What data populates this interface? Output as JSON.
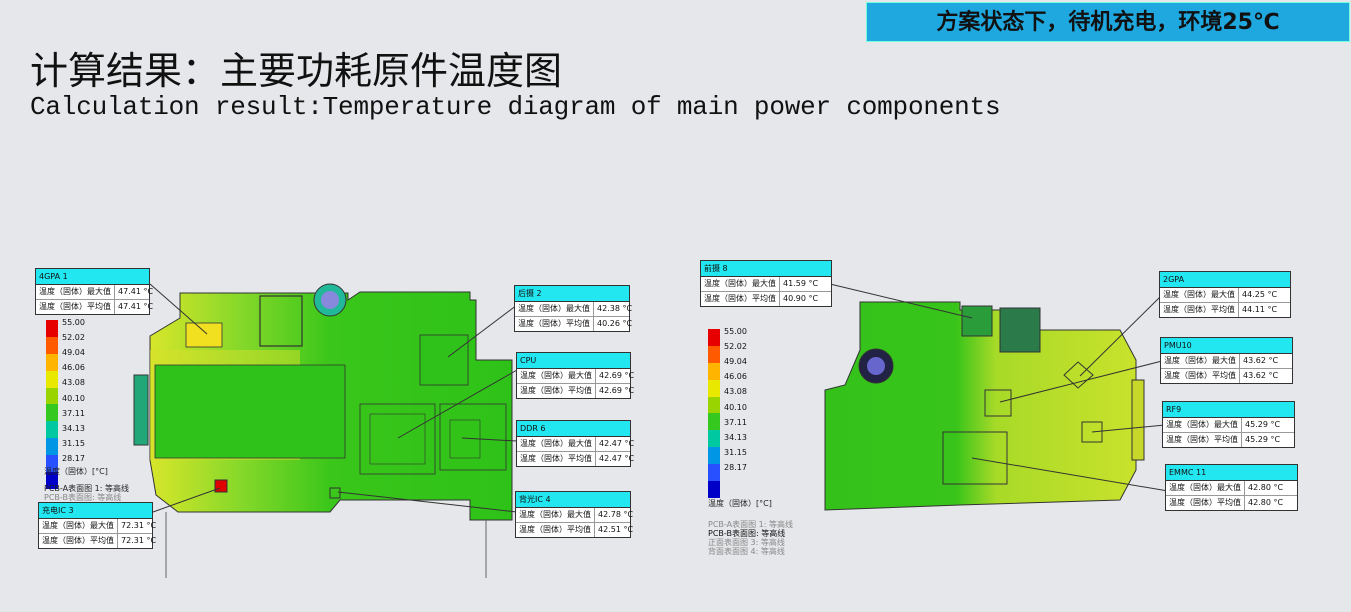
{
  "banner": "方案状态下，待机充电，环境25℃",
  "title_cn": "计算结果：主要功耗原件温度图",
  "title_en": "Calculation result:Temperature diagram of main power components",
  "legend": {
    "ticks": [
      "55.00",
      "52.02",
      "49.04",
      "46.06",
      "43.08",
      "40.10",
      "37.11",
      "34.13",
      "31.15",
      "28.17"
    ],
    "colors": [
      "#e60000",
      "#ff5a00",
      "#ffb400",
      "#e8e800",
      "#9ad400",
      "#35c81e",
      "#00c8a0",
      "#0096e6",
      "#2850ff",
      "#0000c8"
    ],
    "caption": "温度（固体）[°C]"
  },
  "left": {
    "labels": [
      {
        "id": "4gpa1",
        "title": "4GPA 1",
        "max_k": "温度（固体）最大值",
        "max": "47.41 °C",
        "avg_k": "温度（固体）平均值",
        "avg": "47.41 °C"
      },
      {
        "id": "houshe2",
        "title": "后摄 2",
        "max_k": "温度（固体）最大值",
        "max": "42.38 °C",
        "avg_k": "温度（固体）平均值",
        "avg": "40.26 °C"
      },
      {
        "id": "cpu",
        "title": "CPU",
        "max_k": "温度（固体）最大值",
        "max": "42.69 °C",
        "avg_k": "温度（固体）平均值",
        "avg": "42.69 °C"
      },
      {
        "id": "ddr6",
        "title": "DDR 6",
        "max_k": "温度（固体）最大值",
        "max": "42.47 °C",
        "avg_k": "温度（固体）平均值",
        "avg": "42.47 °C"
      },
      {
        "id": "backlight4",
        "title": "背光IC 4",
        "max_k": "温度（固体）最大值",
        "max": "42.78 °C",
        "avg_k": "温度（固体）平均值",
        "avg": "42.51 °C"
      },
      {
        "id": "charge3",
        "title": "充电IC 3",
        "max_k": "温度（固体）最大值",
        "max": "72.31 °C",
        "avg_k": "温度（固体）平均值",
        "avg": "72.31 °C"
      }
    ],
    "notes": [
      "PCB-A表面图 1: 等高线",
      "PCB-B表面图: 等高线"
    ]
  },
  "right": {
    "labels": [
      {
        "id": "qianshe8",
        "title": "前摄 8",
        "max_k": "温度（固体）最大值",
        "max": "41.59 °C",
        "avg_k": "温度（固体）平均值",
        "avg": "40.90 °C"
      },
      {
        "id": "2gpa",
        "title": "2GPA",
        "max_k": "温度（固体）最大值",
        "max": "44.25 °C",
        "avg_k": "温度（固体）平均值",
        "avg": "44.11 °C"
      },
      {
        "id": "pmu10",
        "title": "PMU10",
        "max_k": "温度（固体）最大值",
        "max": "43.62 °C",
        "avg_k": "温度（固体）平均值",
        "avg": "43.62 °C"
      },
      {
        "id": "rf9",
        "title": "RF9",
        "max_k": "温度（固体）最大值",
        "max": "45.29 °C",
        "avg_k": "温度（固体）平均值",
        "avg": "45.29 °C"
      },
      {
        "id": "emmc11",
        "title": "EMMC 11",
        "max_k": "温度（固体）最大值",
        "max": "42.80 °C",
        "avg_k": "温度（固体）平均值",
        "avg": "42.80 °C"
      }
    ],
    "notes": [
      "PCB-A表面图 1: 等高线",
      "PCB-B表面图: 等高线",
      "正面表面图 3: 等高线",
      "背面表面图 4: 等高线"
    ]
  }
}
